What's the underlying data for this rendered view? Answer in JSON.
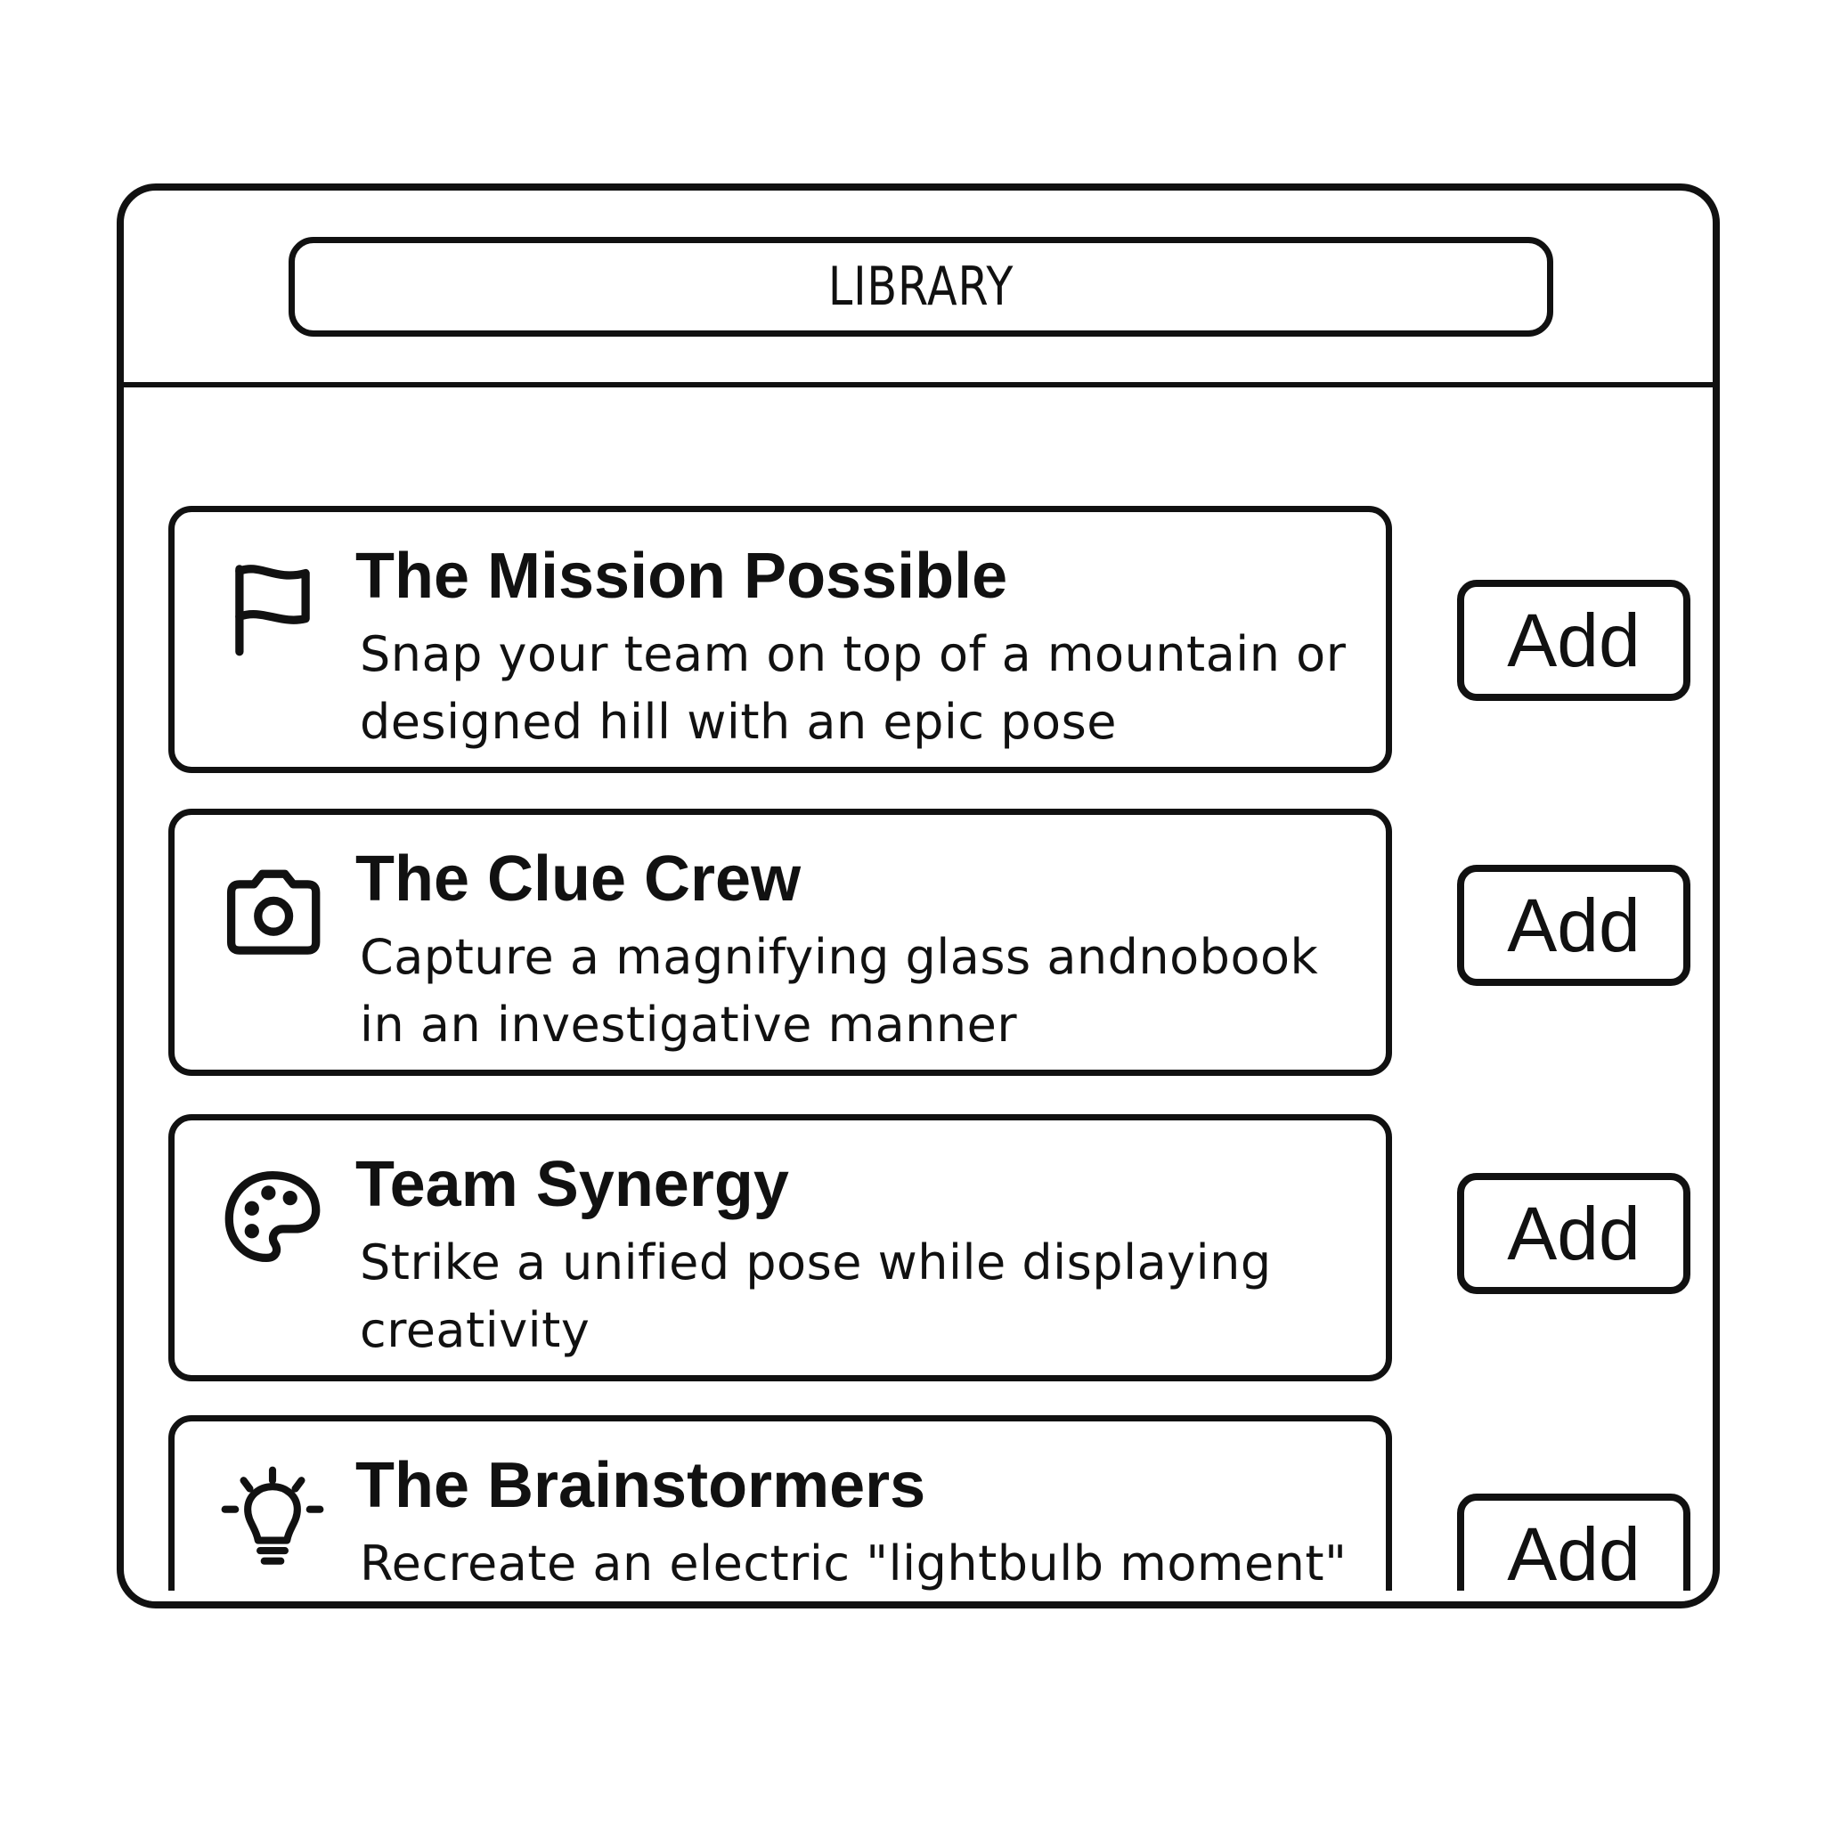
{
  "header": {
    "title": "LIBRARY"
  },
  "items": [
    {
      "icon": "flag-icon",
      "title": "The Mission Possible",
      "description": "Snap your team on top of a mountain or designed hill with an epic pose",
      "button_label": "Add"
    },
    {
      "icon": "camera-icon",
      "title": "The Clue Crew",
      "description": "Capture a magnifying glass andnobook in an investigative manner",
      "button_label": "Add"
    },
    {
      "icon": "palette-icon",
      "title": "Team Synergy",
      "description": "Strike a unified pose while displaying creativity",
      "button_label": "Add"
    },
    {
      "icon": "lightbulb-icon",
      "title": "The Brainstormers",
      "description": "Recreate an electric \"lightbulb moment\"",
      "button_label": "Add"
    }
  ]
}
